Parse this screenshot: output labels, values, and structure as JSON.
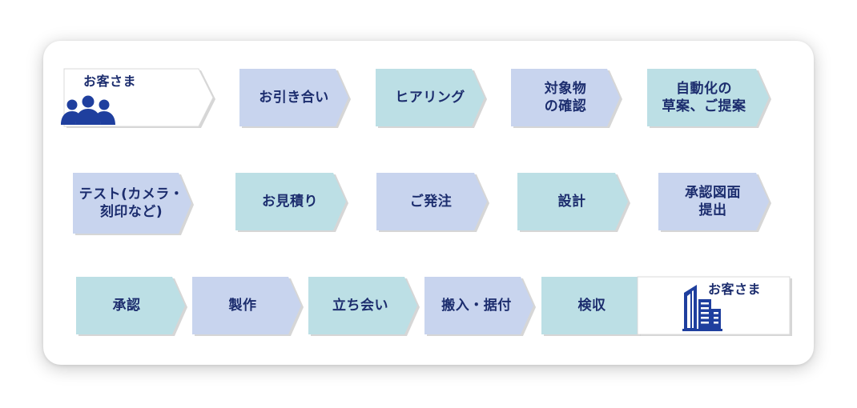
{
  "colors": {
    "blue": "#c8d4ee",
    "teal": "#bcdfe5",
    "white": "#ffffff",
    "text": "#1c2d6e",
    "icon": "#1f3f9e",
    "shadow": "#8a8a8a"
  },
  "rows": [
    {
      "steps": [
        {
          "label": "お客さま",
          "fill": "white",
          "icon": "people-icon"
        },
        {
          "label": "お引き合い",
          "fill": "blue"
        },
        {
          "label": "ヒアリング",
          "fill": "teal"
        },
        {
          "label": "対象物\nの確認",
          "fill": "blue"
        },
        {
          "label": "自動化の\n草案、ご提案",
          "fill": "teal"
        }
      ]
    },
    {
      "steps": [
        {
          "label": "テスト(カメラ・\n刻印など)",
          "fill": "blue"
        },
        {
          "label": "お見積り",
          "fill": "teal"
        },
        {
          "label": "ご発注",
          "fill": "blue"
        },
        {
          "label": "設計",
          "fill": "teal"
        },
        {
          "label": "承認図面\n提出",
          "fill": "blue"
        }
      ]
    },
    {
      "steps": [
        {
          "label": "承認",
          "fill": "teal"
        },
        {
          "label": "製作",
          "fill": "blue"
        },
        {
          "label": "立ち会い",
          "fill": "teal"
        },
        {
          "label": "搬入・据付",
          "fill": "blue"
        },
        {
          "label": "検収",
          "fill": "teal"
        },
        {
          "label": "お客さま",
          "fill": "white",
          "icon": "building-icon"
        }
      ]
    }
  ]
}
